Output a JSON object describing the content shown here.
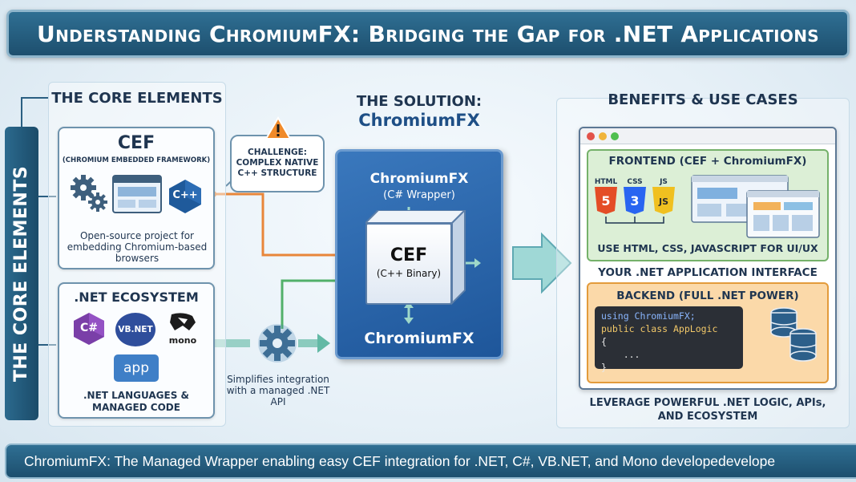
{
  "title": "Understanding ChromiumFX: Bridging the Gap for .NET Applications",
  "vertical_label": "THE CORE ELEMENTS",
  "core": {
    "heading": "THE CORE ELEMENTS",
    "cef": {
      "title": "CEF",
      "subtitle": "(CHROMIUM EMBEDDED FRAMEWORK)",
      "description": "Open-source project for embedding Chromium-based browsers",
      "cpp_icon_label": "C++"
    },
    "dotnet": {
      "title": ".NET ECOSYSTEM",
      "csharp_label": "C#",
      "vbnet_label": "VB.NET",
      "mono_label": "mono",
      "app_label": "app",
      "footer": ".NET LANGUAGES & MANAGED CODE"
    }
  },
  "challenge": "CHALLENGE: COMPLEX NATIVE C++ STRUCTURE",
  "solution": {
    "heading_line1": "THE SOLUTION:",
    "heading_line2": "ChromiumFX",
    "wrapper_title": "ChromiumFX",
    "wrapper_sub": "(C# Wrapper)",
    "cube_title": "CEF",
    "cube_sub": "(C++ Binary)",
    "bottom_label": "ChromiumFX"
  },
  "simplifies_caption": "Simplifies integration with a managed .NET API",
  "benefits": {
    "heading": "BENEFITS & USE CASES",
    "frontend_title": "FRONTEND (CEF + ChromiumFX)",
    "html_label": "HTML",
    "css_label": "CSS",
    "js_label": "JS",
    "frontend_caption": "USE HTML, CSS, JAVASCRIPT FOR UI/UX",
    "interface_label": "YOUR .NET APPLICATION INTERFACE",
    "backend_title": "BACKEND (FULL .NET POWER)",
    "code": [
      "using ChromiumFX;",
      "public class AppLogic",
      "{",
      "    ...",
      "}"
    ],
    "bottom_caption": "LEVERAGE POWERFUL .NET LOGIC, APIs, AND ECOSYSTEM"
  },
  "footer": "ChromiumFX: The Managed Wrapper enabling easy CEF integration for .NET, C#, VB.NET, and Mono developedevelope",
  "colors": {
    "title_bar": "#1d4f6e",
    "solution_box": "#2a66ad",
    "frontend": "#dcefd6",
    "backend": "#fbd9a9",
    "challenge_arrow": "#e8863a",
    "integration_arrow": "#52b06a",
    "html": "#e44d26",
    "css": "#2965f1",
    "js": "#f0c020"
  }
}
